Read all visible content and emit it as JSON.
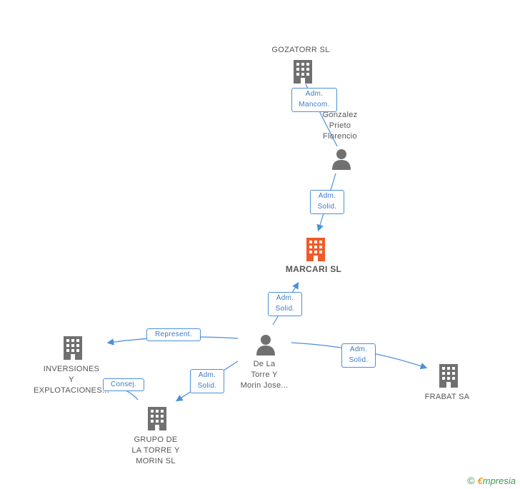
{
  "nodes": {
    "gozatorr": {
      "label": "GOZATORR SL"
    },
    "gonzalez": {
      "label": "Gonzalez\nPrieto\nFlorencio"
    },
    "marcari": {
      "label": "MARCARI SL"
    },
    "delatorre": {
      "label": "De La\nTorre Y\nMorin Jose..."
    },
    "inversiones": {
      "label": "INVERSIONES\nY\nEXPLOTACIONES..."
    },
    "frabat": {
      "label": "FRABAT SA"
    },
    "grupo": {
      "label": "GRUPO DE\nLA TORRE Y\nMORIN  SL"
    }
  },
  "edges": {
    "adm_mancom": {
      "label": "Adm.\nMancom."
    },
    "adm_solid_1": {
      "label": "Adm.\nSolid."
    },
    "adm_solid_2": {
      "label": "Adm.\nSolid."
    },
    "represent": {
      "label": "Represent."
    },
    "adm_solid_3": {
      "label": "Adm.\nSolid."
    },
    "adm_solid_4": {
      "label": "Adm.\nSolid."
    },
    "consej": {
      "label": "Consej."
    }
  },
  "colors": {
    "edge": "#4a90d9",
    "building": "#707070",
    "main_building": "#f05a28",
    "person": "#707070"
  },
  "footer": {
    "copyright": "©",
    "brand_e": "€",
    "brand_rest": "mpresia"
  }
}
